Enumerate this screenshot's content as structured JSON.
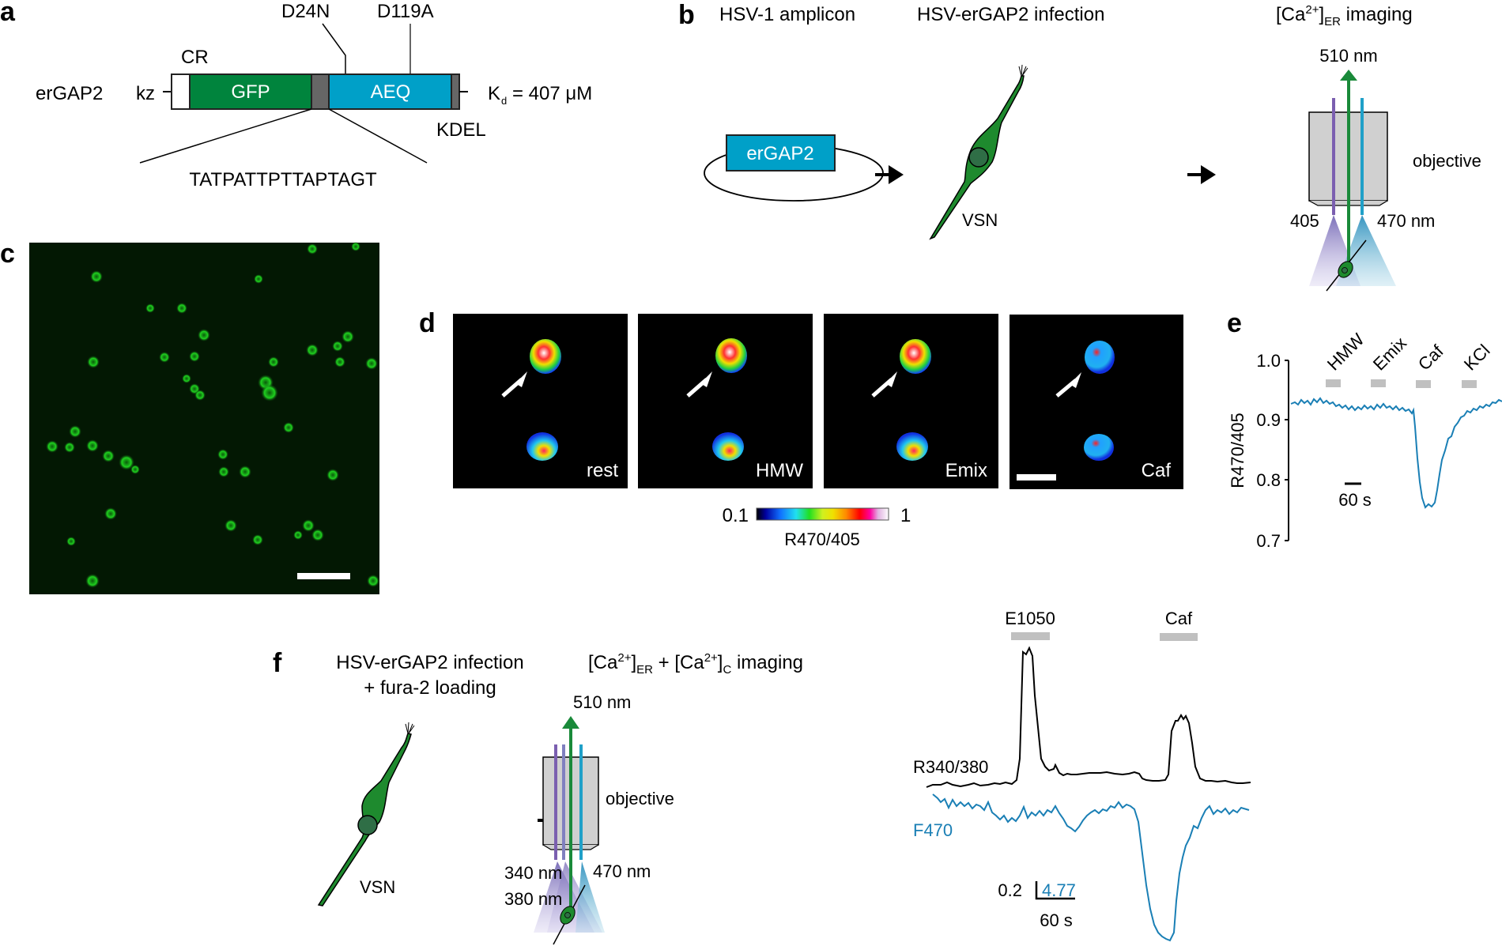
{
  "panels": {
    "a": {
      "label": "a",
      "construct_name": "erGAP2",
      "kz": "kz",
      "cr": "CR",
      "gfp": "GFP",
      "aeq": "AEQ",
      "mut1": "D24N",
      "mut2": "D119A",
      "kdel": "KDEL",
      "linker": "TATPATTPTTAPTAGT",
      "kd_k": "K",
      "kd_sub": "d",
      "kd_value": "= 407 μM",
      "colors": {
        "gfp": "#00843d",
        "aeq": "#00a0c8",
        "linker": "#666666",
        "cr": "#ffffff"
      }
    },
    "b": {
      "label": "b",
      "step1_title": "HSV-1 amplicon",
      "plasmid_label": "erGAP2",
      "step2_title": "HSV-erGAP2 infection",
      "cell_label": "VSN",
      "step3_title_pre": "[Ca",
      "step3_sup": "2+",
      "step3_mid": "]",
      "step3_sub": "ER",
      "step3_post": " imaging",
      "emission": "510 nm",
      "objective": "objective",
      "exc1": "405",
      "exc2": "470 nm"
    },
    "c": {
      "label": "c"
    },
    "d": {
      "label": "d",
      "images": [
        {
          "caption": "rest"
        },
        {
          "caption": "HMW"
        },
        {
          "caption": "Emix"
        },
        {
          "caption": "Caf"
        }
      ],
      "colorbar_min": "0.1",
      "colorbar_max": "1",
      "colorbar_label": "R470/405",
      "colorbar_colors": [
        "#000000",
        "#0000a0",
        "#0020e0",
        "#1070ff",
        "#20a8ff",
        "#20e0f0",
        "#20e020",
        "#a0f020",
        "#f0f000",
        "#f8d000",
        "#ff8800",
        "#ff5000",
        "#ff0000",
        "#ff00a0",
        "#e0b0e0",
        "#ffffff"
      ]
    },
    "e": {
      "label": "e",
      "ylabel": "R470/405",
      "yticks": [
        "1.0",
        "0.9",
        "0.8",
        "0.7"
      ],
      "stimuli": [
        "HMW",
        "Emix",
        "Caf",
        "KCl"
      ],
      "scalebar": "60 s"
    },
    "f": {
      "label": "f",
      "step1_line1": "HSV-erGAP2 infection",
      "step1_line2": "+ fura-2 loading",
      "cell_label": "VSN",
      "step2_a": "[Ca",
      "step2_sup1": "2+",
      "step2_b": "]",
      "step2_sub1": "ER",
      "step2_c": " + [Ca",
      "step2_sup2": "2+",
      "step2_d": "]",
      "step2_sub2": "C",
      "step2_e": " imaging",
      "emission": "510 nm",
      "objective": "objective",
      "exc1": "340 nm",
      "exc2": "380 nm",
      "exc3": "470 nm",
      "stimuli": [
        "E1050",
        "Caf"
      ],
      "trace1_label": "R340/380",
      "trace2_label": "F470",
      "scale_y1": "0.2",
      "scale_y2": "4.77",
      "scale_x": "60 s"
    }
  },
  "chart_data": [
    {
      "type": "line",
      "title": "e",
      "xlabel": "",
      "ylabel": "R470/405",
      "ylim": [
        0.7,
        1.0
      ],
      "yticks": [
        0.7,
        0.8,
        0.9,
        1.0
      ],
      "grid": false,
      "annotations": [
        "HMW",
        "Emix",
        "Caf",
        "KCl",
        "60 s scale bar"
      ],
      "series": [
        {
          "name": "R470/405",
          "color": "#1a7fb5",
          "x_s": [
            0,
            60,
            120,
            180,
            240,
            300,
            360,
            420,
            480,
            510,
            540,
            570,
            600,
            630,
            660,
            690,
            720,
            750,
            780
          ],
          "y": [
            0.927,
            0.932,
            0.928,
            0.918,
            0.916,
            0.919,
            0.92,
            0.916,
            0.914,
            0.905,
            0.8,
            0.745,
            0.75,
            0.8,
            0.87,
            0.905,
            0.915,
            0.925,
            0.93
          ]
        }
      ]
    },
    {
      "type": "line",
      "title": "f",
      "xlabel": "",
      "ylabel": "",
      "grid": false,
      "annotations": [
        "E1050",
        "Caf",
        "scale 0.2 (R340/380)",
        "scale 4.77 (F470)",
        "60 s"
      ],
      "series": [
        {
          "name": "R340/380",
          "color": "#000000",
          "x_rel": [
            0,
            0.1,
            0.2,
            0.27,
            0.29,
            0.31,
            0.33,
            0.35,
            0.4,
            0.5,
            0.6,
            0.65,
            0.7,
            0.75,
            0.77,
            0.8,
            0.83,
            0.85,
            0.9,
            1.0
          ],
          "y_rel": [
            0.0,
            0.01,
            0.02,
            0.03,
            0.2,
            1.0,
            0.95,
            0.3,
            0.09,
            0.08,
            0.08,
            0.06,
            0.02,
            0.03,
            0.45,
            0.5,
            0.4,
            0.05,
            0.03,
            0.03
          ]
        },
        {
          "name": "F470",
          "color": "#1a7fb5",
          "x_rel": [
            0,
            0.1,
            0.2,
            0.3,
            0.4,
            0.5,
            0.55,
            0.6,
            0.7,
            0.72,
            0.75,
            0.8,
            0.85,
            0.9,
            0.95,
            1.0
          ],
          "y_rel": [
            0.0,
            -0.05,
            -0.08,
            -0.12,
            -0.1,
            -0.08,
            -0.15,
            -0.1,
            -0.05,
            -0.1,
            -0.6,
            -0.95,
            -0.9,
            -0.4,
            -0.1,
            -0.05
          ]
        }
      ]
    }
  ]
}
